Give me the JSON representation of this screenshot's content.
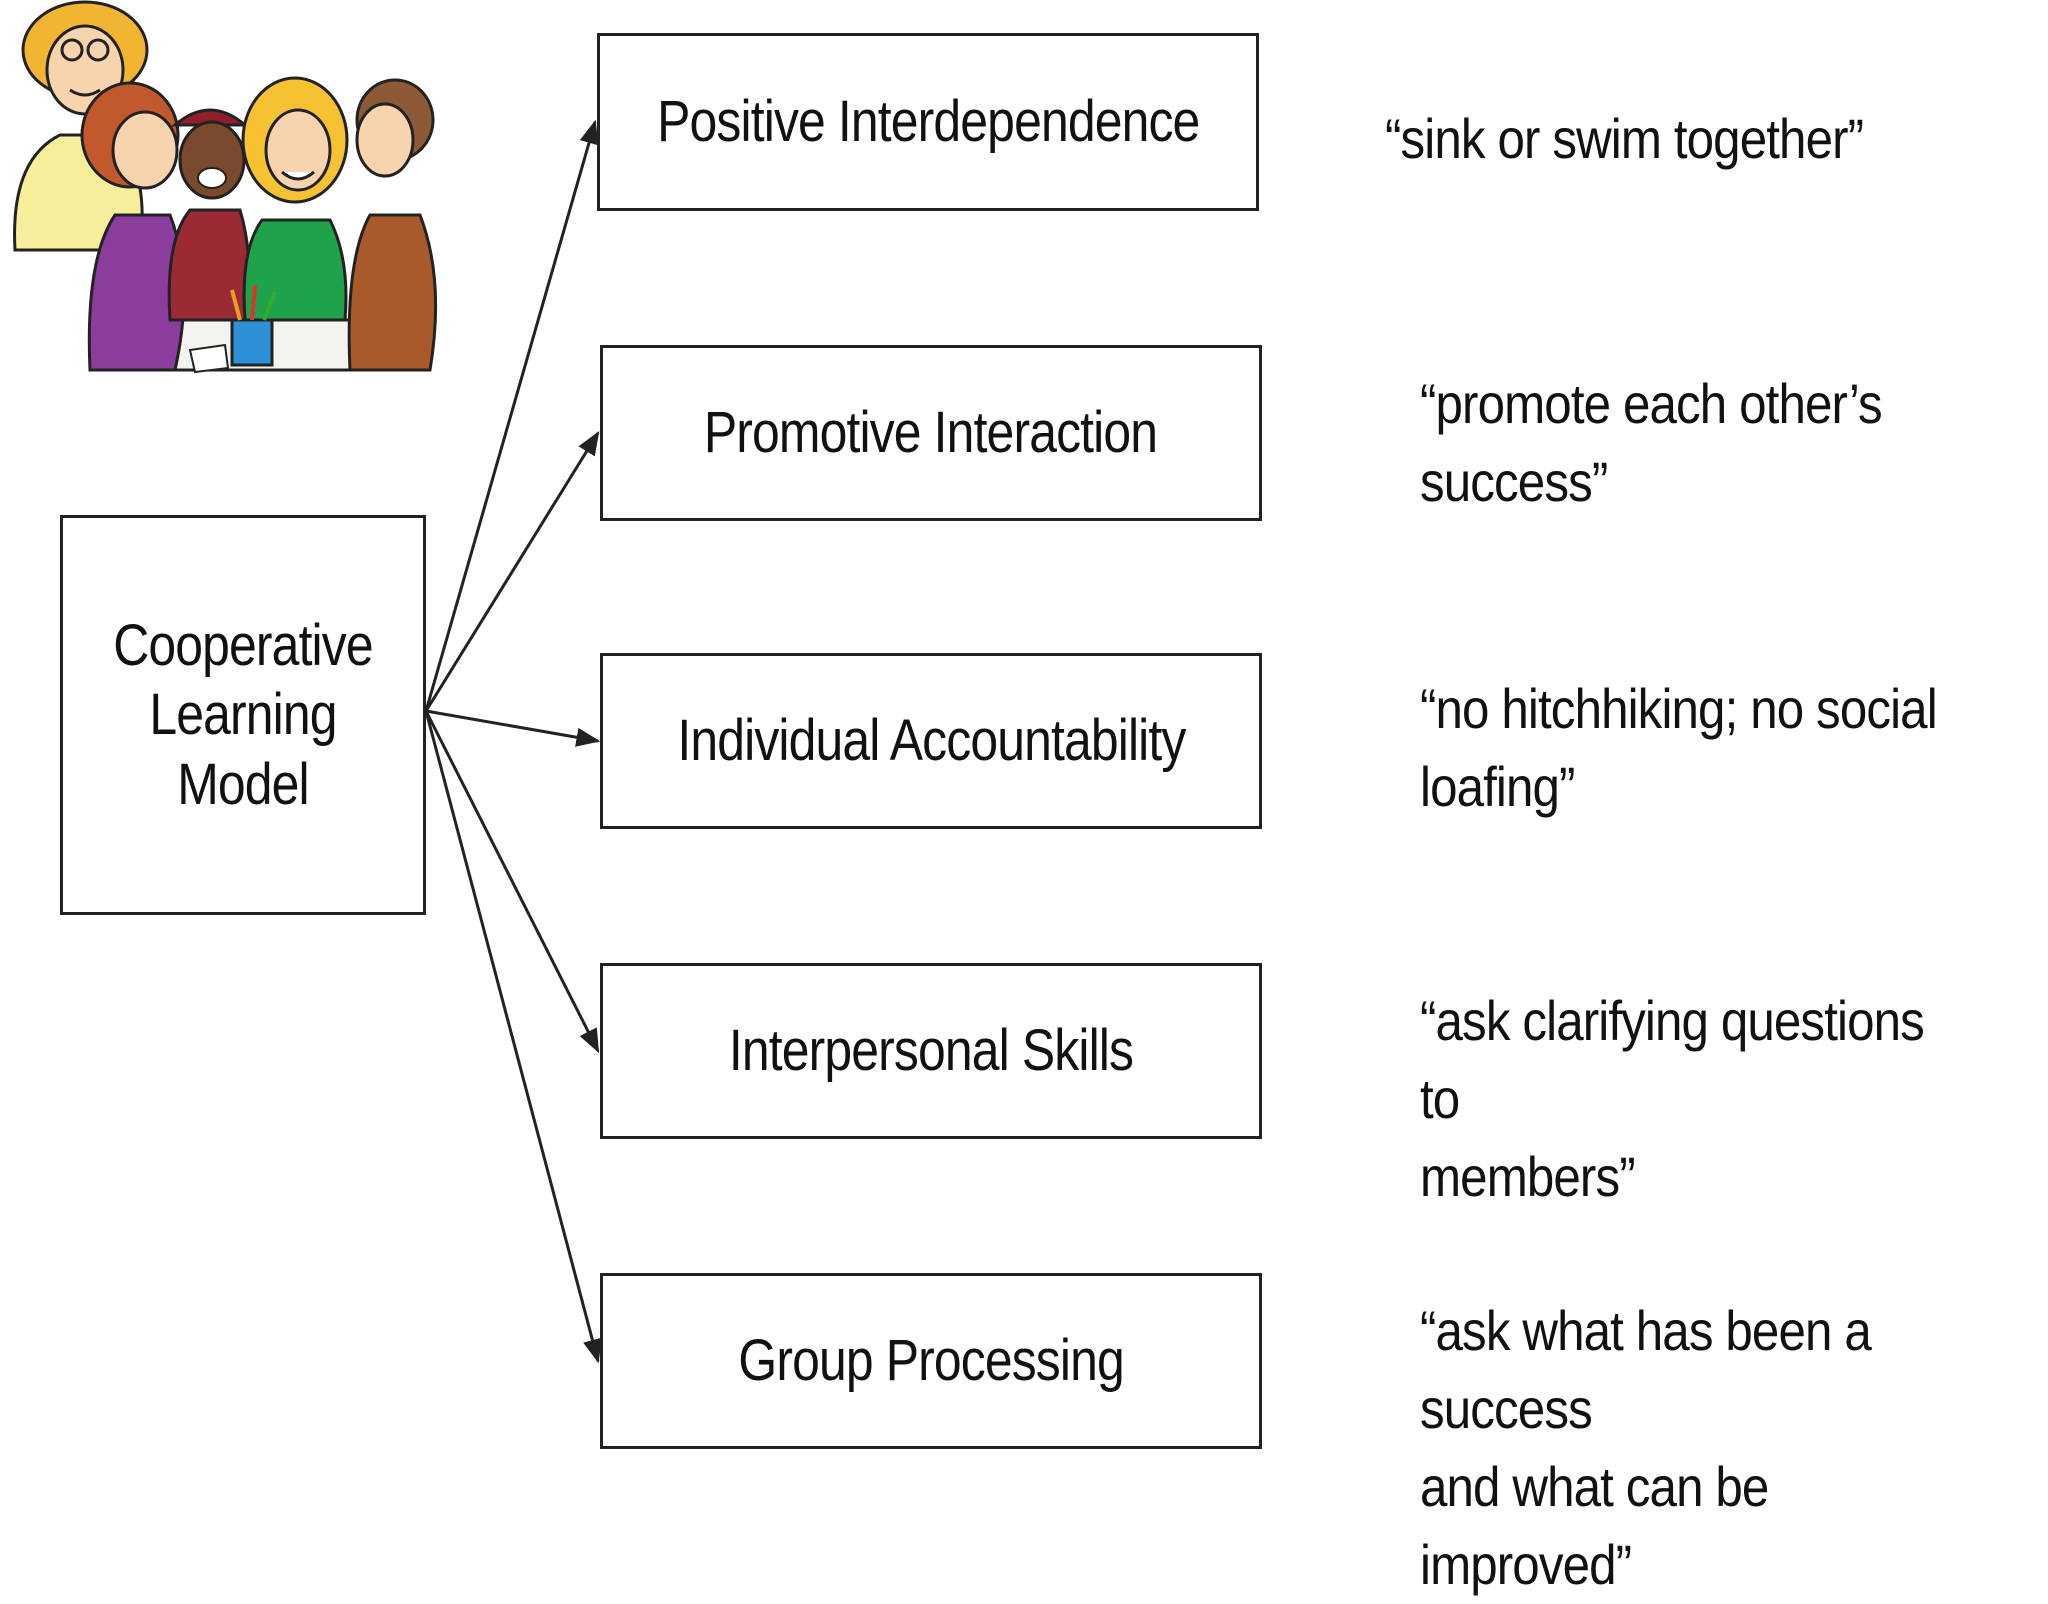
{
  "diagram": {
    "root": {
      "label": "Cooperative Learning Model"
    },
    "elements": [
      {
        "label": "Positive Interdependence",
        "quote": "“sink or swim together”"
      },
      {
        "label": "Promotive Interaction",
        "quote": "“promote each other’s\nsuccess”"
      },
      {
        "label": "Individual Accountability",
        "quote": "“no hitchhiking; no social\nloafing”"
      },
      {
        "label": "Interpersonal Skills",
        "quote": "“ask clarifying questions to\nmembers”"
      },
      {
        "label": "Group Processing",
        "quote": "“ask what has been a success\nand what can be improved”"
      }
    ]
  },
  "illustration": {
    "icon": "group-of-people-clipart"
  },
  "colors": {
    "line": "#222222",
    "background": "#ffffff"
  }
}
